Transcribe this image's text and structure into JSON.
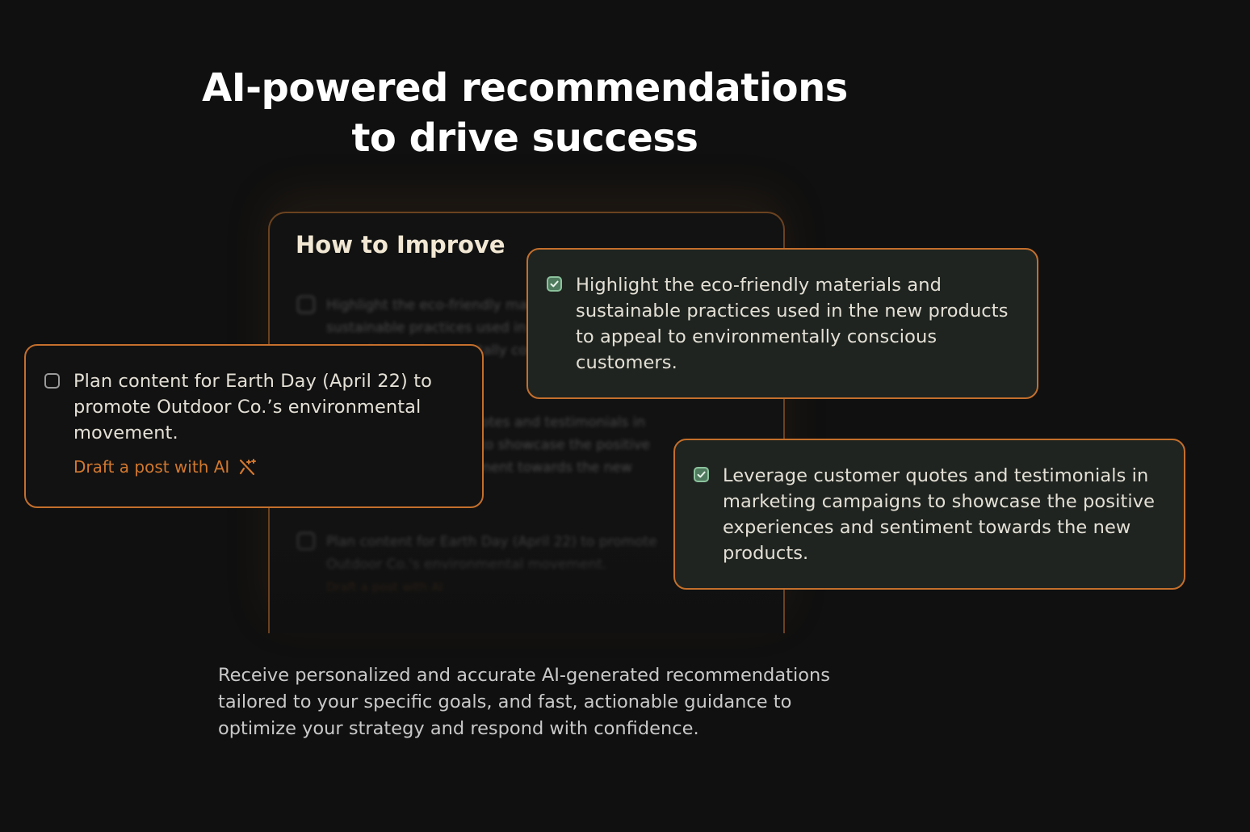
{
  "headline": {
    "line1": "AI-powered recommendations",
    "line2": "to drive success"
  },
  "background_card": {
    "title": "How to Improve",
    "items": [
      {
        "text": "Highlight the eco-friendly materials and sustainable practices used in the new products to appeal to environmentally conscious customers."
      },
      {
        "text": "Leverage customer quotes and testimonials in marketing campaigns to showcase the positive experiences and sentiment towards the new products."
      },
      {
        "text": "Plan content for Earth Day (April 22) to promote Outdoor Co.'s environmental movement.",
        "link": "Draft a post with AI"
      }
    ]
  },
  "cards": {
    "earth_day": {
      "text": "Plan content for Earth Day (April 22) to promote Outdoor Co.’s environmental movement.",
      "checked": false,
      "link_label": "Draft a post with AI",
      "link_icon": "magic-wand-icon"
    },
    "eco_friendly": {
      "text": "Highlight the eco-friendly materials and sustainable practices used in the new products to appeal to environmentally conscious customers.",
      "checked": true
    },
    "testimonials": {
      "text": "Leverage customer quotes and testimonials in marketing campaigns to showcase the positive experiences and sentiment towards the new products.",
      "checked": true
    }
  },
  "description": "Receive personalized and accurate AI-generated recommendations tailored to your specific goals, and fast, actionable guidance to optimize your strategy and respond with confidence.",
  "colors": {
    "background": "#101010",
    "accent_orange": "#c46f2c",
    "link_orange": "#d2782f",
    "check_green": "#4f7a5d",
    "card_green_bg": "#1f2420"
  }
}
